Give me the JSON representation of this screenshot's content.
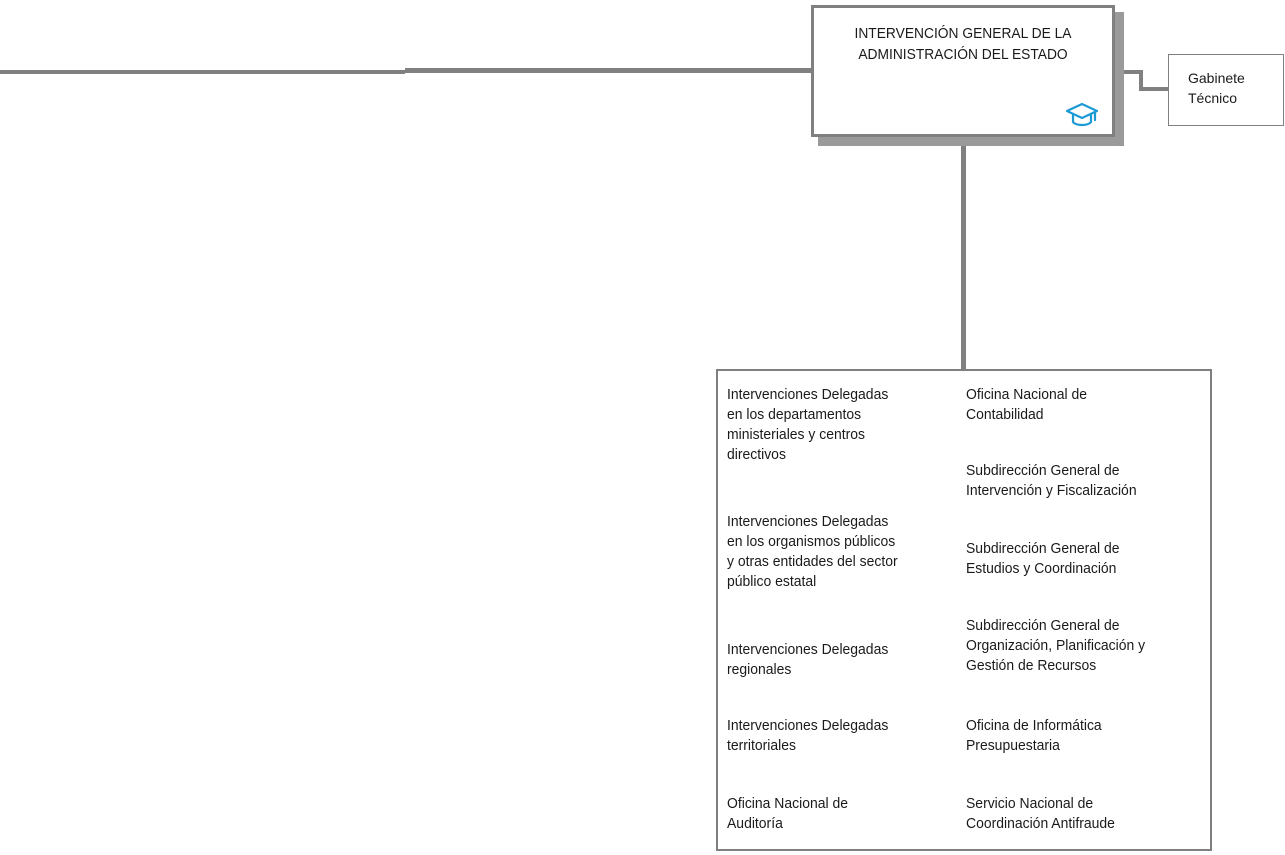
{
  "main_unit": {
    "title": "INTERVENCIÓN GENERAL DE LA\nADMINISTRACIÓN DEL ESTADO",
    "icon": "graduation-cap-icon",
    "icon_color": "#1b9ad6"
  },
  "side_unit": {
    "line1": "Gabinete",
    "line2": "Técnico"
  },
  "connector_color": "#808080",
  "left_column": [
    "Intervenciones Delegadas\n en los departamentos\nministeriales y centros\ndirectivos",
    "Intervenciones Delegadas\nen los organismos públicos\ny otras entidades del sector\npúblico estatal",
    "Intervenciones Delegadas\nregionales",
    "Intervenciones Delegadas\nterritoriales",
    "Oficina Nacional de\nAuditoría"
  ],
  "right_column": [
    "Oficina Nacional de\nContabilidad",
    "Subdirección General de\nIntervención y Fiscalización",
    "Subdirección General de\nEstudios y Coordinación",
    "Subdirección General de\nOrganización, Planificación y\nGestión de Recursos",
    "Oficina de Informática\nPresupuestaria",
    "Servicio Nacional de\nCoordinación Antifraude"
  ]
}
